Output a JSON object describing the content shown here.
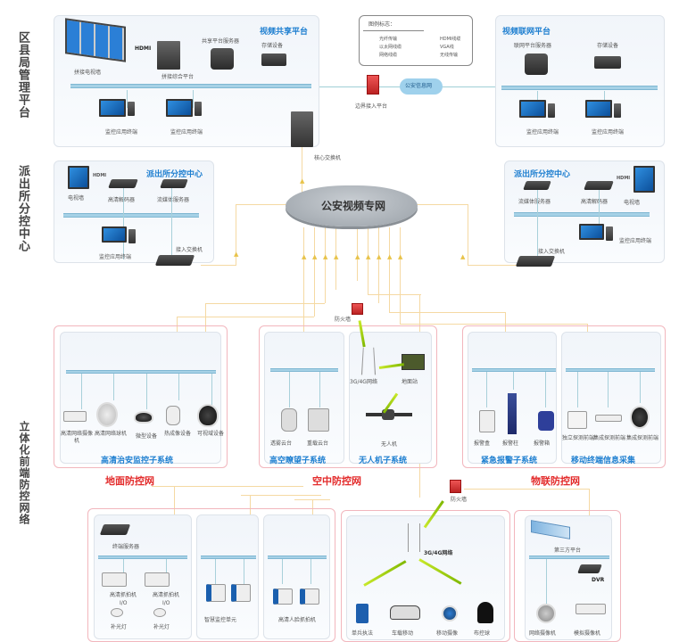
{
  "side_labels": {
    "county": "区县局管理平台",
    "station": "派出所分控中心",
    "frontend": "立体化前端防控网络"
  },
  "legend": {
    "title": "图例标志：",
    "items": [
      "光纤传输",
      "HDMI线缆",
      "以太网线缆",
      "VGA线",
      "网络线缆",
      "无线传输"
    ]
  },
  "county_left": {
    "title": "视频共享平台",
    "devices": {
      "video_wall": "拼接电视墙",
      "hdmi": "HDMI",
      "decode_platform": "拼接综合平台",
      "share_server": "共享平台服务器",
      "storage": "存储设备",
      "terminal1": "监控应用终端",
      "terminal2": "监控应用终端"
    }
  },
  "county_right": {
    "title": "视频联网平台",
    "devices": {
      "net_server": "联网平台服务器",
      "storage": "存储设备",
      "terminal1": "监控应用终端",
      "terminal2": "监控应用终端"
    }
  },
  "border": {
    "access_platform": "边界接入平台",
    "public_net": "公安信息网",
    "core_switch": "核心交换机"
  },
  "cloud": {
    "label": "公安视频专网"
  },
  "station_left": {
    "title": "派出所分控中心",
    "devices": {
      "tv_wall": "电视墙",
      "hdmi": "HDMI",
      "decoder": "高清解码器",
      "media_server": "流媒体服务器",
      "terminal": "监控应用终端",
      "access_switch": "接入交换机"
    }
  },
  "station_right": {
    "title": "派出所分控中心",
    "devices": {
      "media_server": "流媒体服务器",
      "decoder": "高清解码器",
      "hdmi": "HDMI",
      "tv_wall": "电视墙",
      "terminal": "监控应用终端",
      "access_switch": "接入交换机"
    }
  },
  "ground": {
    "title": "地面防控网",
    "subsystem": "高清治安监控子系统",
    "devices": [
      "高清网络摄像机",
      "高清网络球机",
      "微型设备",
      "热成像设备",
      "可视域设备"
    ]
  },
  "air": {
    "title": "空中防控网",
    "firewall": "防火墙",
    "sub1": "高空瞭望子系统",
    "sub1_devices": [
      "透雾云台",
      "重载云台"
    ],
    "sub2": "无人机子系统",
    "network": "3G/4G网络",
    "ground_station": "地面站",
    "drone": "无人机"
  },
  "iot": {
    "title": "物联防控网",
    "sub1": "紧急报警子系统",
    "sub1_devices": [
      "报警盒",
      "报警柱",
      "报警箱"
    ],
    "sub2": "移动终端信息采集",
    "sub2_devices": [
      "独立探测前端",
      "集成探测前端",
      "集成探测前端"
    ]
  },
  "bottom_left": {
    "server": "终端服务器",
    "devices": [
      "高清抓拍机",
      "高清抓拍机",
      "补光灯",
      "补光灯"
    ],
    "io": "I/O",
    "smart_unit": "智慧监控单元",
    "face_unit": "高清人脸抓拍机"
  },
  "bottom_mid": {
    "firewall": "防火墙",
    "network": "3G/4G网络",
    "devices": [
      "单兵执法",
      "车载移动",
      "移动摄像",
      "布控球"
    ]
  },
  "bottom_right": {
    "platform": "第三方平台",
    "dvr": "DVR",
    "devices": [
      "网络摄像机",
      "模拟摄像机"
    ]
  }
}
